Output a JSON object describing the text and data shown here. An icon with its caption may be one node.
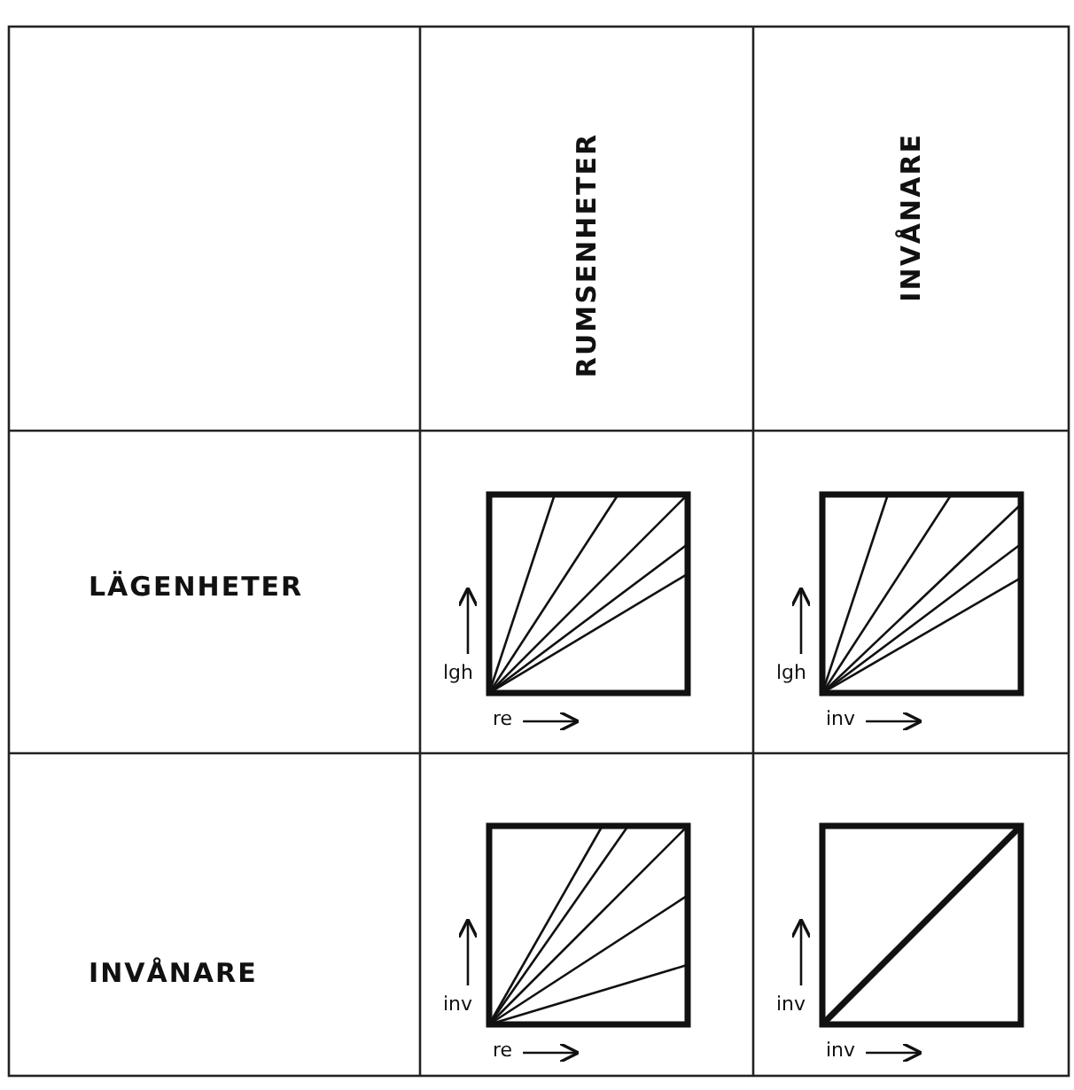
{
  "diagram": {
    "labels": [
      "RUMSENHETER",
      "INVÅNARE",
      "LÄGENHETER",
      "lgh",
      "re",
      "lgh",
      "inv",
      "INVÅNARE",
      "inv",
      "re",
      "inv",
      "inv"
    ]
  }
}
